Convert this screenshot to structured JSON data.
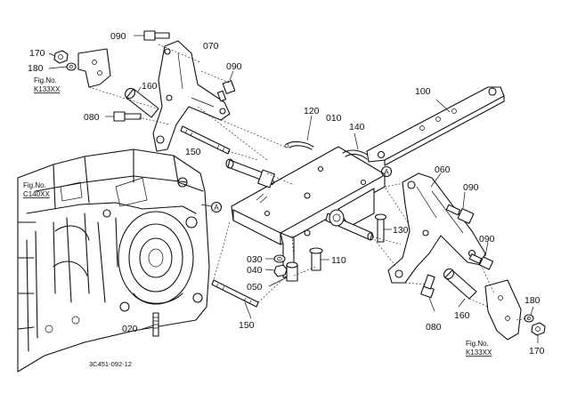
{
  "diagram": {
    "callouts": [
      {
        "id": "p170a",
        "text": "170"
      },
      {
        "id": "p180a",
        "text": "180"
      },
      {
        "id": "p090a",
        "text": "090"
      },
      {
        "id": "p070",
        "text": "070"
      },
      {
        "id": "p090b",
        "text": "090"
      },
      {
        "id": "p160a",
        "text": "160"
      },
      {
        "id": "p080a",
        "text": "080"
      },
      {
        "id": "p150a",
        "text": "150"
      },
      {
        "id": "p120",
        "text": "120"
      },
      {
        "id": "p010",
        "text": "010"
      },
      {
        "id": "p140",
        "text": "140"
      },
      {
        "id": "p100",
        "text": "100"
      },
      {
        "id": "p060",
        "text": "060"
      },
      {
        "id": "p090c",
        "text": "090"
      },
      {
        "id": "p130",
        "text": "130"
      },
      {
        "id": "p090d",
        "text": "090"
      },
      {
        "id": "p030",
        "text": "030"
      },
      {
        "id": "p110",
        "text": "110"
      },
      {
        "id": "p040",
        "text": "040"
      },
      {
        "id": "p050",
        "text": "050"
      },
      {
        "id": "p150b",
        "text": "150"
      },
      {
        "id": "p080b",
        "text": "080"
      },
      {
        "id": "p160b",
        "text": "160"
      },
      {
        "id": "p180b",
        "text": "180"
      },
      {
        "id": "p170b",
        "text": "170"
      },
      {
        "id": "p020",
        "text": "020"
      }
    ],
    "figure_refs": [
      {
        "id": "ref_k133_left",
        "line1": "Fig.No.",
        "line2": "K133XX"
      },
      {
        "id": "ref_c140",
        "line1": "Fig.No.",
        "line2": "C140XX"
      },
      {
        "id": "ref_k133_right",
        "line1": "Fig.No.",
        "line2": "K133XX"
      }
    ],
    "markers": [
      {
        "id": "mark_a_left",
        "text": "A"
      },
      {
        "id": "mark_a_right",
        "text": "A"
      }
    ],
    "drawing_code": "3C451-092-12"
  }
}
